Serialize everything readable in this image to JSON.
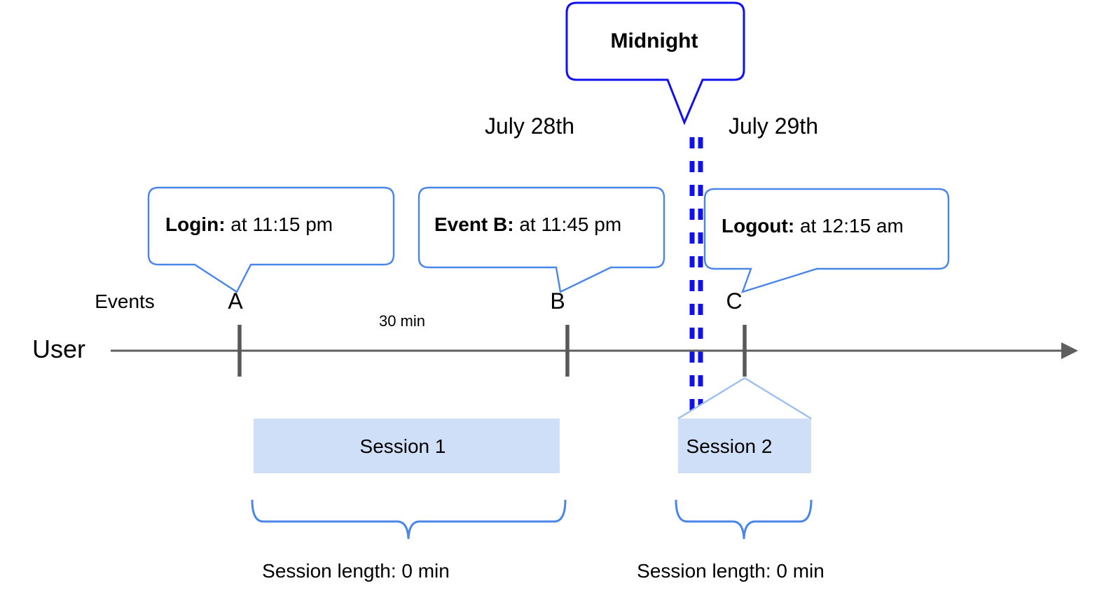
{
  "diagram": {
    "title_callout": {
      "label": "Midnight",
      "color": "#1111ee"
    },
    "row_labels": {
      "events": "Events",
      "user": "User"
    },
    "dates": [
      {
        "label": "July 28th"
      },
      {
        "label": "July 29th"
      }
    ],
    "event_callouts": [
      {
        "bold": "Login:",
        "rest": " at 11:15 pm",
        "letter": "A"
      },
      {
        "bold": "Event B:",
        "rest": " at 11:45 pm",
        "letter": "B"
      },
      {
        "bold": "Logout:",
        "rest": " at 12:15 am",
        "letter": "C"
      }
    ],
    "interval_label": "30 min",
    "sessions": [
      {
        "label": "Session 1",
        "length_label": "Session length: 0 min"
      },
      {
        "label": "Session 2",
        "length_label": "Session length: 0 min"
      }
    ],
    "colors": {
      "callout_border": "#4a86e8",
      "midnight_border": "#1111ee",
      "session_fill": "#cfdff7",
      "axis": "#5f5f5f",
      "tick": "#595959",
      "brace": "#4a86e8"
    }
  }
}
